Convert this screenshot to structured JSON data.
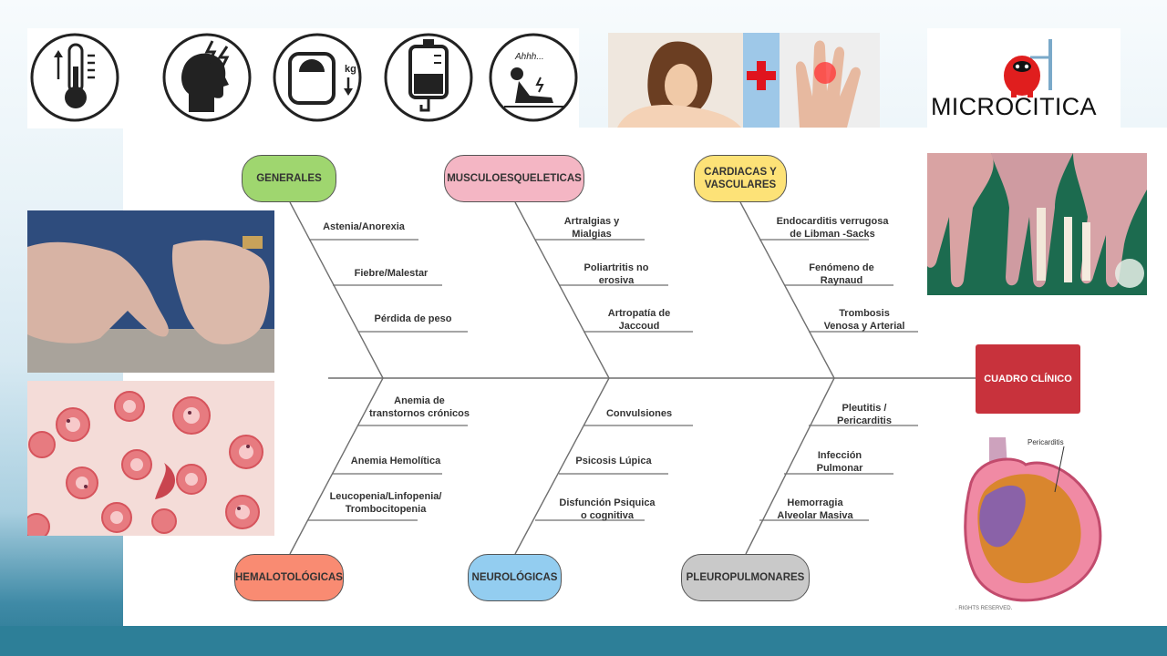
{
  "diagram": {
    "effect": "CUADRO CLÍNICO",
    "categories_top": [
      {
        "label": "GENERALES",
        "color": "#9fd66f",
        "items": [
          "Astenia/Anorexia",
          "Fiebre/Malestar",
          "Pérdida de peso"
        ]
      },
      {
        "label": "MUSCULOESQUELETICAS",
        "color": "#f4b6c4",
        "items": [
          "Artralgias y\nMialgias",
          "Poliartritis no\nerosiva",
          "Artropatía de\nJaccoud"
        ]
      },
      {
        "label": "CARDIACAS Y\nVASCULARES",
        "color": "#fde277",
        "items": [
          "Endocarditis verrugosa\nde Libman -Sacks",
          "Fenómeno de\nRaynaud",
          "Trombosis\nVenosa y Arterial"
        ]
      }
    ],
    "categories_bottom": [
      {
        "label": "HEMALOTOLÓGICAS",
        "color": "#f98b72",
        "items": [
          "Anemia de\ntranstornos crónicos",
          "Anemia Hemolítica",
          "Leucopenia/Linfopenia/\nTrombocitopenia"
        ]
      },
      {
        "label": "NEUROLÓGICAS",
        "color": "#93cdf0",
        "items": [
          "Convulsiones",
          "Psicosis Lúpica",
          "Disfunción Psiquica\no cognitiva"
        ]
      },
      {
        "label": "PLEUROPULMONARES",
        "color": "#c9c9c9",
        "items": [
          "Pleutitis /\nPericarditis",
          "Infección\nPulmonar",
          "Hemorragia\nAlveolar Masiva"
        ]
      }
    ]
  },
  "images": {
    "icons": [
      "thermometer-icon",
      "headache-icon",
      "weight-scale-icon",
      "iv-bag-icon",
      "fatigue-icon"
    ],
    "microcitica_label": "MICROCITICA",
    "pericarditis_label": "Pericarditis",
    "rights_text": ". RIGHTS RESERVED."
  },
  "colors": {
    "effect_box": "#c8323c",
    "band": "#2d7f98"
  }
}
